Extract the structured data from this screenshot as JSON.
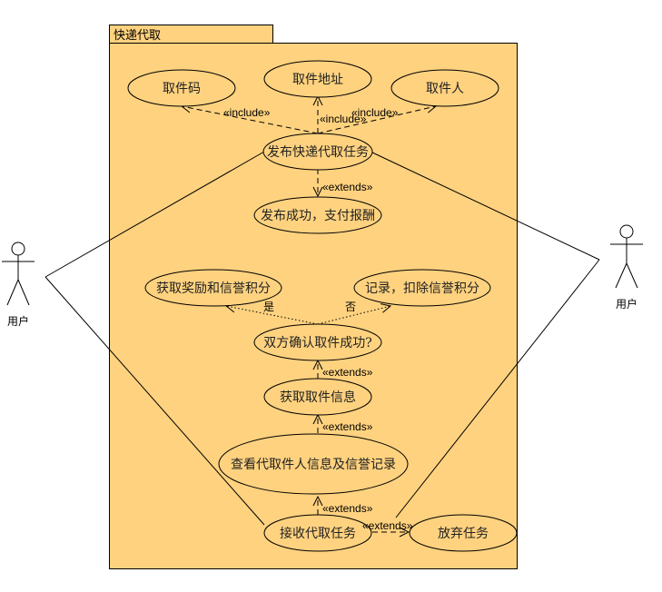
{
  "package": {
    "title": "快递代取"
  },
  "use_cases": {
    "pickup_code": "取件码",
    "pickup_address": "取件地址",
    "pickup_person": "取件人",
    "publish_task": "发布快递代取任务",
    "publish_success": "发布成功，支付报酬",
    "get_rewards": "获取奖励和信誉积分",
    "record_deduct": "记录，扣除信誉积分",
    "confirm_success": "双方确认取件成功?",
    "get_pickup_info": "获取取件信息",
    "view_agent_info": "查看代取件人信息及信誉记录",
    "accept_task": "接收代取任务",
    "abandon_task": "放弃任务"
  },
  "relations": {
    "include": "«include»",
    "extends": "«extends»",
    "yes": "是",
    "no": "否"
  },
  "actors": {
    "left": "用户",
    "right": "用户"
  },
  "colors": {
    "package_fill": "#ffd27f",
    "usecase_fill": "#ffd27f",
    "stroke": "#000000"
  }
}
